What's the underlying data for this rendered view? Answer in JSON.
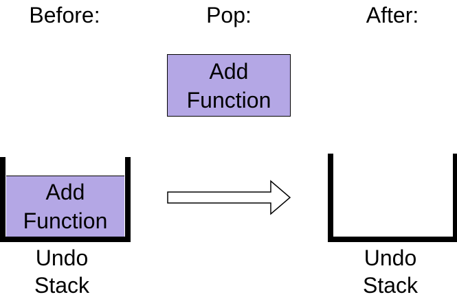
{
  "headings": {
    "before": "Before:",
    "pop": "Pop:",
    "after": "After:"
  },
  "popped_item": {
    "label": "Add\nFunction"
  },
  "before_stack": {
    "items": [
      "Add\nFunction"
    ],
    "label": "Undo\n Stack"
  },
  "after_stack": {
    "items": [],
    "label": "Undo\n Stack"
  },
  "arrow": {
    "direction": "right"
  },
  "colors": {
    "item_fill": "#b4a7e5",
    "outline": "#000000",
    "background": "#ffffff"
  }
}
